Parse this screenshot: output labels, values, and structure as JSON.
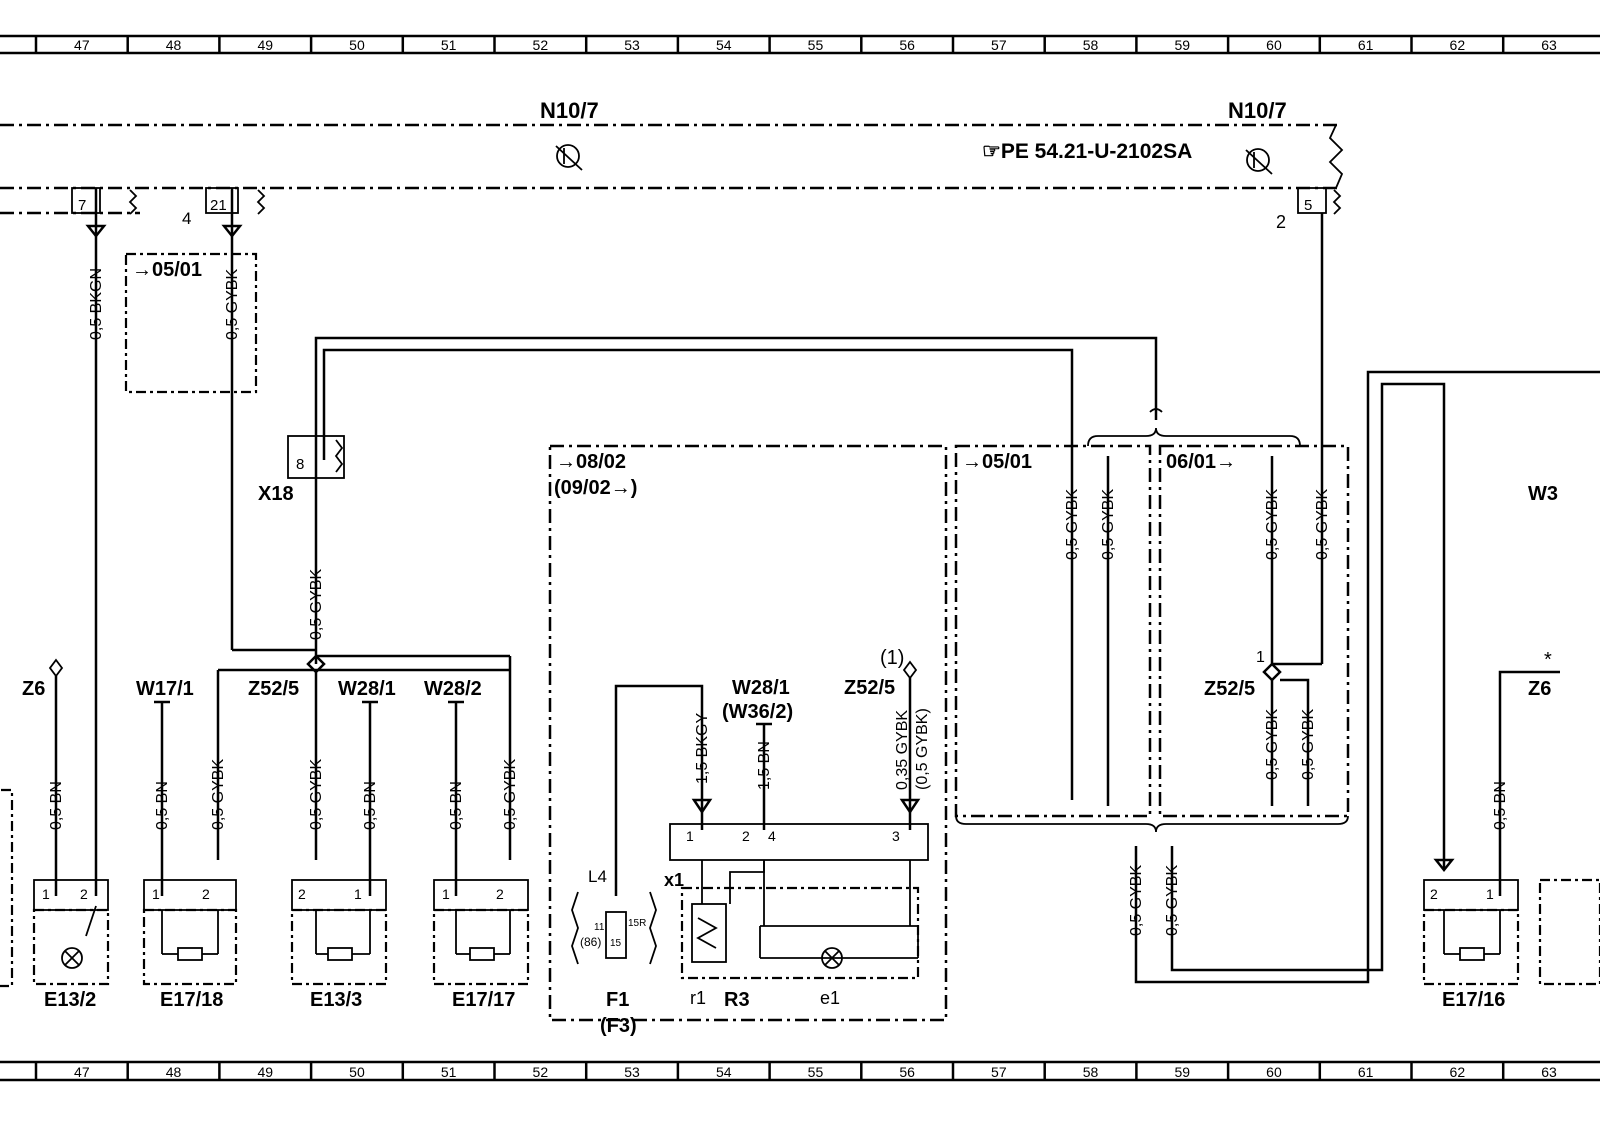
{
  "grid": {
    "columns": [
      "47",
      "48",
      "49",
      "50",
      "51",
      "52",
      "53",
      "54",
      "55",
      "56",
      "57",
      "58",
      "59",
      "60",
      "61",
      "62",
      "63"
    ]
  },
  "module": {
    "left_label": "N10/7",
    "right_label": "N10/7",
    "reference": "☞PE  54.21-U-2102SA",
    "pin7": "7",
    "pin21": "21",
    "pin21_ext": "4",
    "pin5": "5",
    "pin5_ext": "2"
  },
  "refs": {
    "r0501_top": "→05/01",
    "r0802": "→08/02",
    "r0902": "(09/02→)",
    "r0501_right": "→05/01",
    "r0601": "06/01→"
  },
  "wires": {
    "bkgn": "0,5  BKGN",
    "gybk_upper": "0,5  GYBK",
    "gybk_x18": "0,5  GYBK",
    "bn_e132": "0,5  BN",
    "bn_e1718": "0,5  BN",
    "gybk_e1718": "0,5  GYBK",
    "gybk_e133": "0,5  GYBK",
    "bn_e133": "0,5  BN",
    "bn_e1717": "0,5  BN",
    "gybk_e1717": "0,5  GYBK",
    "bkgy_f1": "1,5  BKGY",
    "bn_x1": "1,5  BN",
    "gybk_x1": "0,35  GYBK",
    "gybk_x1_alt": "(0,5  GYBK)",
    "gybk_r1": "0,5  GYBK",
    "gybk_r2": "0,5  GYBK",
    "gybk_r3": "0,5  GYBK",
    "gybk_r4": "0,5  GYBK",
    "gybk_z52_a": "0,5  GYBK",
    "gybk_z52_b": "0,5  GYBK",
    "gybk_bot_a": "0,5  GYBK",
    "gybk_bot_b": "0,5  GYBK",
    "bn_e1716": "0,5  BN"
  },
  "labels": {
    "x18": "X18",
    "x18_pin": "8",
    "z6": "Z6",
    "w17_1": "W17/1",
    "z52_5": "Z52/5",
    "w28_1": "W28/1",
    "w28_2": "W28/2",
    "w28_1_b": "W28/1",
    "w36_2": "(W36/2)",
    "z52_5_b": "Z52/5",
    "z52_5_b_note": "(1)",
    "z52_5_c": "Z52/5",
    "z52_5_c_pin": "1",
    "z6_b": "Z6",
    "z6_b_star": "*",
    "w3": "W3",
    "e13_2": "E13/2",
    "e17_18": "E17/18",
    "e13_3": "E13/3",
    "e17_17": "E17/17",
    "e17_16": "E17/16",
    "f1": "F1",
    "f3": "(F3)",
    "r3": "R3",
    "r1": "r1",
    "e1": "e1",
    "x1": "x1",
    "l4": "L4",
    "fuse_11": "11",
    "fuse_15": "15",
    "fuse_15r": "15R",
    "fuse_86": "(86)"
  },
  "pins": {
    "one": "1",
    "two": "2",
    "three": "3",
    "four": "4"
  }
}
